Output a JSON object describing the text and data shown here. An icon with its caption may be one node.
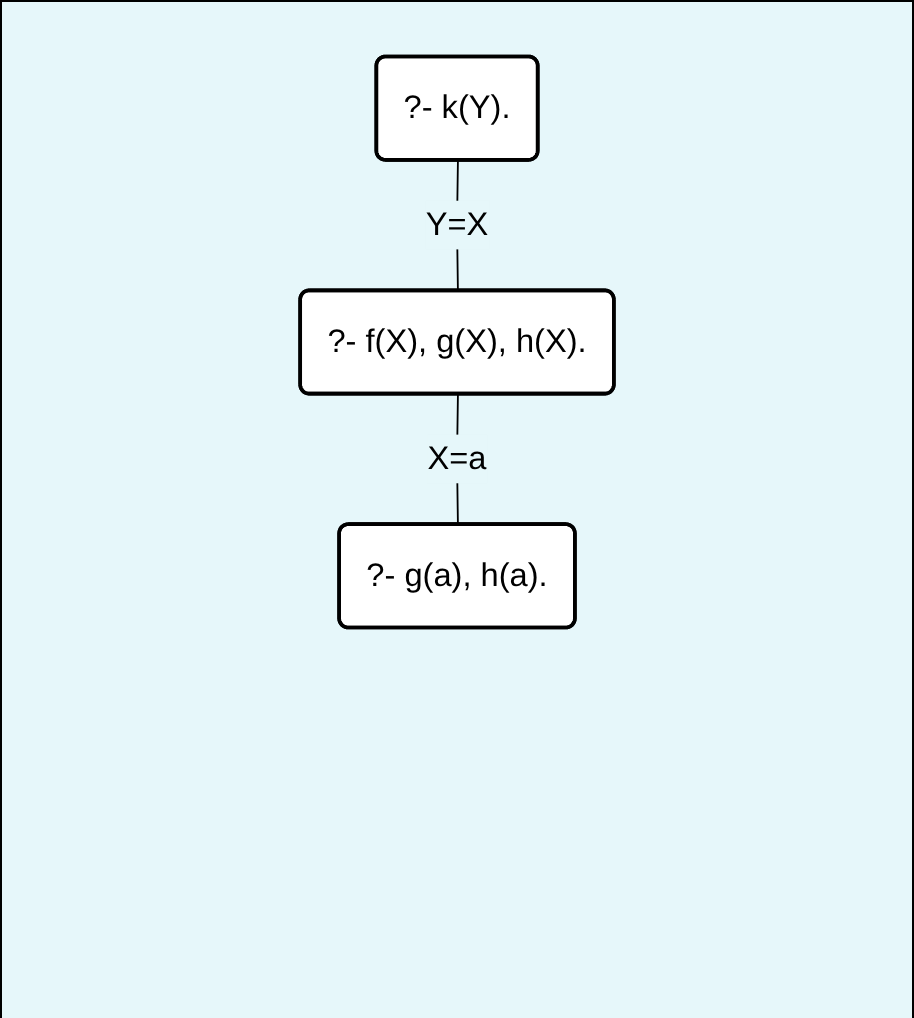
{
  "diagram": {
    "nodes": [
      {
        "text": [
          "?- k(Y)."
        ]
      },
      {
        "text": [
          "?- f(X), g(X), h(X)."
        ]
      },
      {
        "text": [
          "?- g(a), h(a)."
        ]
      }
    ],
    "edges": [
      {
        "from": 0,
        "to": 1,
        "arrow": "none",
        "label": "Y=X"
      },
      {
        "from": 1,
        "to": 2,
        "arrow": "none",
        "label": "X=a"
      }
    ]
  }
}
